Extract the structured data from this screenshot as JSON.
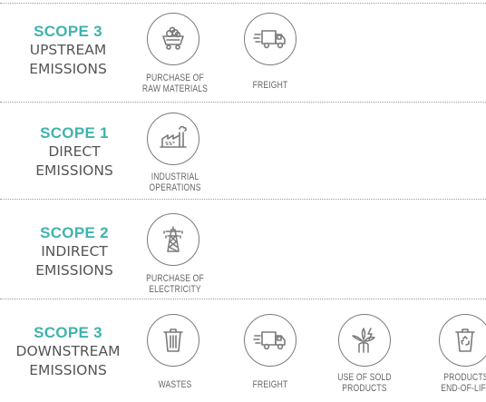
{
  "rows": [
    {
      "title": "SCOPE 3",
      "line1": "UPSTREAM",
      "line2": "EMISSIONS",
      "items": [
        {
          "icon": "mine-cart-icon",
          "label1": "PURCHASE OF",
          "label2": "RAW MATERIALS"
        },
        {
          "icon": "truck-icon",
          "label1": "FREIGHT",
          "label2": ""
        }
      ]
    },
    {
      "title": "SCOPE 1",
      "line1": "DIRECT",
      "line2": "EMISSIONS",
      "items": [
        {
          "icon": "factory-icon",
          "label1": "INDUSTRIAL",
          "label2": "OPERATIONS"
        }
      ]
    },
    {
      "title": "SCOPE 2",
      "line1": "INDIRECT",
      "line2": "EMISSIONS",
      "items": [
        {
          "icon": "power-pylon-icon",
          "label1": "PURCHASE OF",
          "label2": "ELECTRICITY"
        }
      ]
    },
    {
      "title": "SCOPE 3",
      "line1": "DOWNSTREAM",
      "line2": "EMISSIONS",
      "items": [
        {
          "icon": "trash-bin-icon",
          "label1": "WASTES",
          "label2": ""
        },
        {
          "icon": "truck-icon",
          "label1": "FREIGHT",
          "label2": ""
        },
        {
          "icon": "plant-lightning-icon",
          "label1": "USE OF SOLD",
          "label2": "PRODUCTS"
        },
        {
          "icon": "recycle-bin-icon",
          "label1": "PRODUCTS",
          "label2": "END-OF-LIFE"
        }
      ]
    }
  ],
  "colors": {
    "scope_title": "#3fb3ad",
    "scope_text": "#555555",
    "icon_stroke": "#7a7a7a"
  }
}
